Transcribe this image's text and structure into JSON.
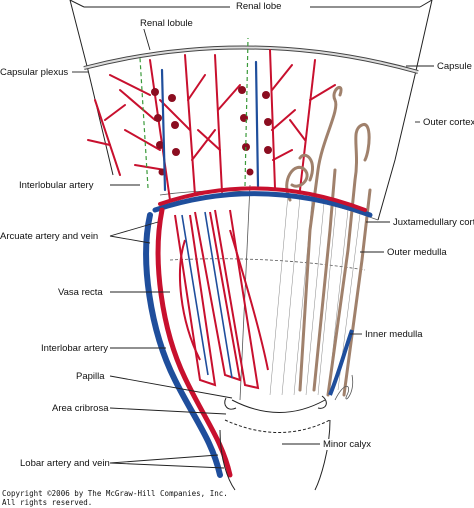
{
  "labels": {
    "renal_lobe": "Renal lobe",
    "renal_lobule": "Renal lobule",
    "capsular_plexus": "Capsular plexus",
    "capsule": "Capsule",
    "outer_cortex": "Outer cortex",
    "interlobular_artery": "Interlobular artery",
    "juxtamedullary_cortex": "Juxtamedullary cortex",
    "arcuate_artery_and_vein": "Arcuate artery and vein",
    "outer_medulla": "Outer medulla",
    "vasa_recta": "Vasa recta",
    "inner_medulla": "Inner medulla",
    "interlobar_artery": "Interlobar artery",
    "papilla": "Papilla",
    "area_cribrosa": "Area cribrosa",
    "minor_calyx": "Minor calyx",
    "lobar_artery_and_vein": "Lobar artery and vein"
  },
  "copyright": {
    "line1": "Copyright ©2006 by The McGraw-Hill Companies, Inc.",
    "line2": "All rights reserved."
  },
  "colors": {
    "artery": "#c8102e",
    "vein": "#1f4e9c",
    "tubule": "#a0816c",
    "outline": "#222222",
    "lobule_boundary": "#3a9a3a"
  }
}
